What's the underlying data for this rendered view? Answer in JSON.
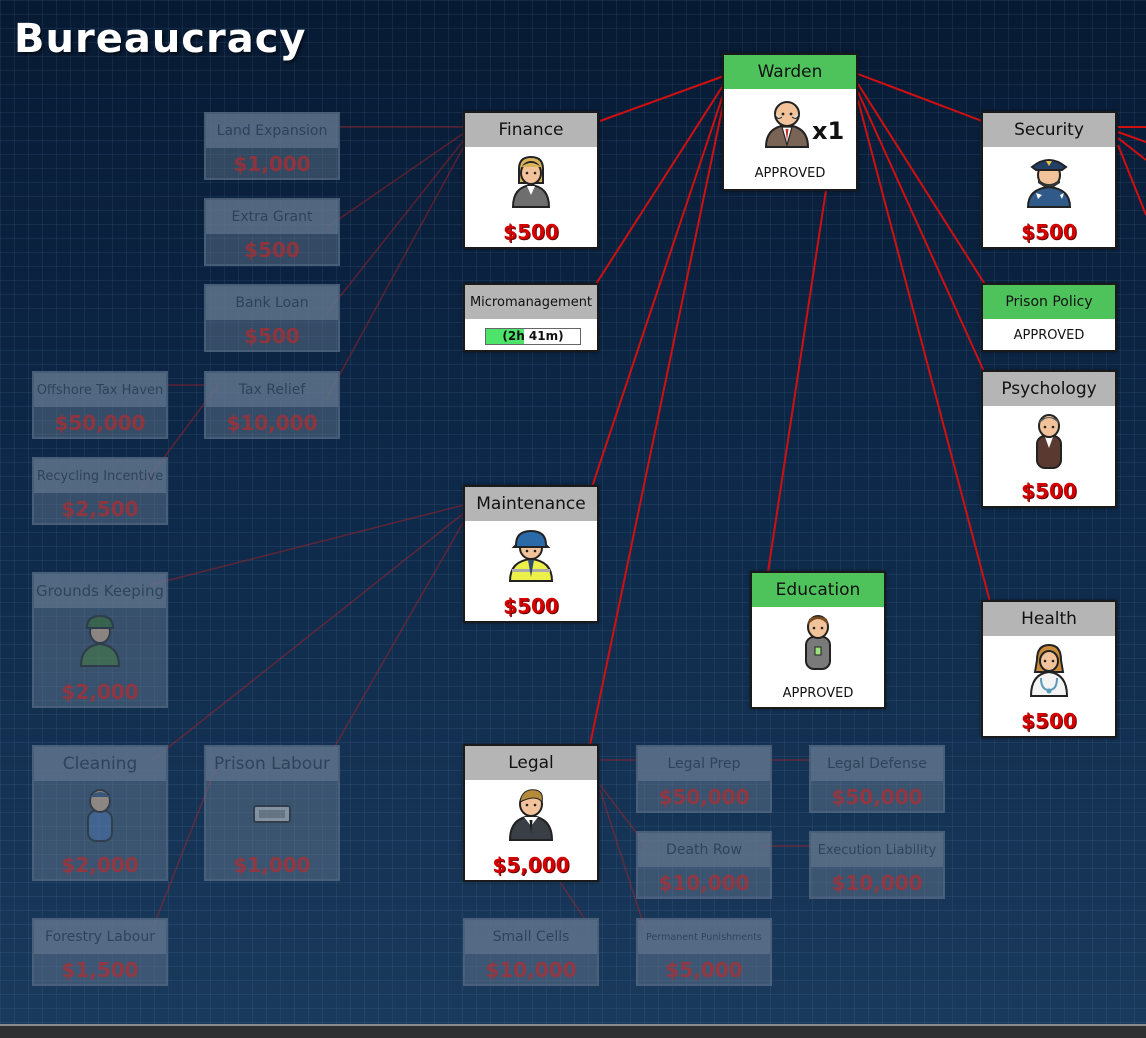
{
  "page_title": "Bureaucracy",
  "nodes": {
    "warden": {
      "title": "Warden",
      "status": "APPROVED",
      "count": "x1"
    },
    "finance": {
      "title": "Finance",
      "price": "$500"
    },
    "security": {
      "title": "Security",
      "price": "$500"
    },
    "micromanagement": {
      "title": "Micromanagement",
      "progress_text": "(2h 41m)",
      "progress_fraction": 0.4
    },
    "prison_policy": {
      "title": "Prison Policy",
      "status": "APPROVED"
    },
    "psychology": {
      "title": "Psychology",
      "price": "$500"
    },
    "maintenance": {
      "title": "Maintenance",
      "price": "$500"
    },
    "education": {
      "title": "Education",
      "status": "APPROVED"
    },
    "health": {
      "title": "Health",
      "price": "$500"
    },
    "legal": {
      "title": "Legal",
      "price": "$5,000"
    },
    "land_expansion": {
      "title": "Land Expansion",
      "price": "$1,000"
    },
    "extra_grant": {
      "title": "Extra Grant",
      "price": "$500"
    },
    "bank_loan": {
      "title": "Bank Loan",
      "price": "$500"
    },
    "tax_relief": {
      "title": "Tax Relief",
      "price": "$10,000"
    },
    "offshore_tax_haven": {
      "title": "Offshore Tax Haven",
      "price": "$50,000"
    },
    "recycling_incentive": {
      "title": "Recycling Incentive",
      "price": "$2,500"
    },
    "grounds_keeping": {
      "title": "Grounds Keeping",
      "price": "$2,000"
    },
    "cleaning": {
      "title": "Cleaning",
      "price": "$2,000"
    },
    "prison_labour": {
      "title": "Prison Labour",
      "price": "$1,000"
    },
    "forestry_labour": {
      "title": "Forestry Labour",
      "price": "$1,500"
    },
    "legal_prep": {
      "title": "Legal Prep",
      "price": "$50,000"
    },
    "legal_defense": {
      "title": "Legal Defense",
      "price": "$50,000"
    },
    "death_row": {
      "title": "Death Row",
      "price": "$10,000"
    },
    "execution_liability": {
      "title": "Execution Liability",
      "price": "$10,000"
    },
    "small_cells": {
      "title": "Small Cells",
      "price": "$10,000"
    },
    "permanent_punishments": {
      "title": "Permanent Punishments",
      "price": "$5,000"
    }
  },
  "colors": {
    "approved_header": "#4ec35c",
    "link_line": "#d01010",
    "price_text": "#d40000"
  }
}
